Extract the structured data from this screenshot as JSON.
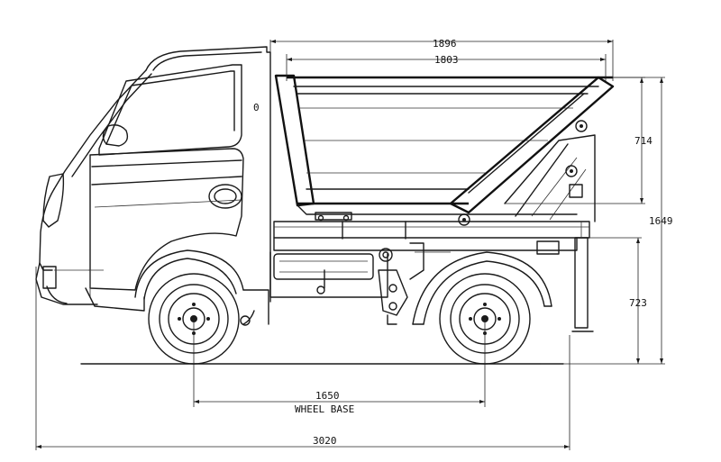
{
  "dimensions": {
    "box_outer_width": "1896",
    "box_inner_width": "1803",
    "side_height": "714",
    "overall_height": "1649",
    "floor_height": "723",
    "wheel_base_value": "1650",
    "wheel_base_label": "WHEEL BASE",
    "overall_length": "3020"
  },
  "cab": {
    "marker": "0"
  }
}
